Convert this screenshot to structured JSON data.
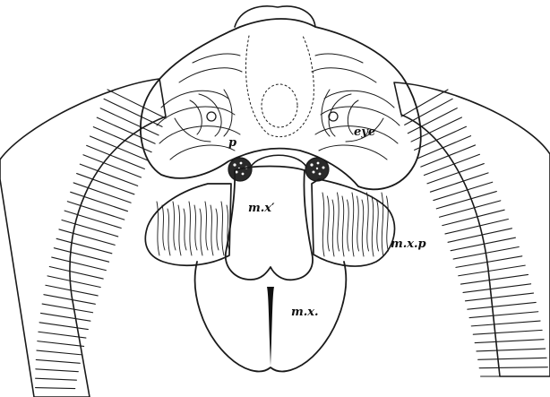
{
  "figure": {
    "labels": {
      "eye": "eye",
      "p": "p",
      "mx_prime": "m.x′",
      "mx_p": "m.x.p",
      "mx": "m.x."
    }
  },
  "colors": {
    "ink": "#1a1a1a",
    "paper": "#ffffff",
    "eye_spot": "#2a2a2a"
  }
}
